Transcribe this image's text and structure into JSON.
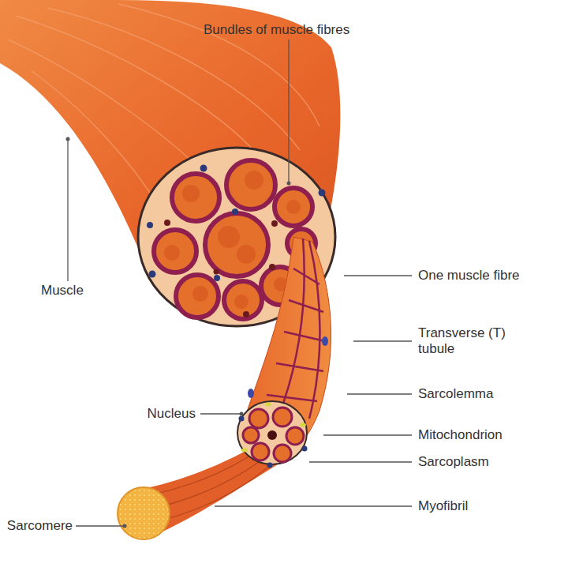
{
  "diagram": {
    "labels": [
      "Bundles of muscle fibres",
      "Muscle",
      "One muscle fibre",
      "Transverse (T) tubule",
      "Sarcolemma",
      "Nucleus",
      "Mitochondrion",
      "Sarcoplasm",
      "Myofibril",
      "Sarcomere"
    ]
  }
}
